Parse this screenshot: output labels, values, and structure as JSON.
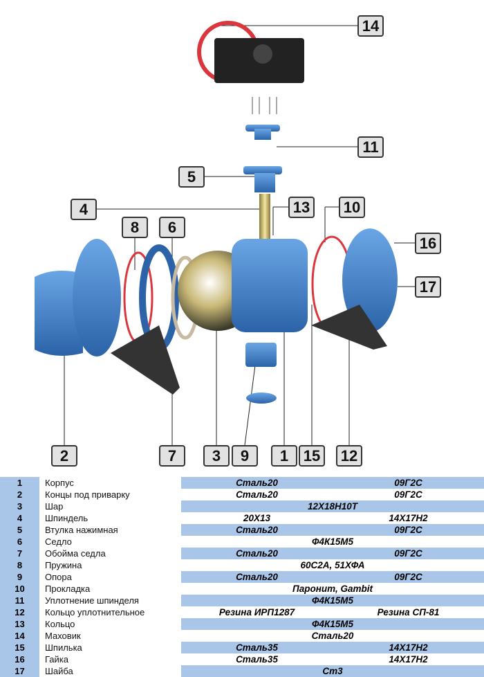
{
  "colors": {
    "body": "#3f7fc8",
    "accent": "#a9c6e8",
    "handwheel": "#d9363e"
  },
  "callouts": [
    "14",
    "11",
    "5",
    "4",
    "13",
    "10",
    "8",
    "6",
    "16",
    "17",
    "2",
    "7",
    "3",
    "9",
    "1",
    "15",
    "12"
  ],
  "parts": [
    {
      "num": "1",
      "name": "Корпус",
      "materials": [
        "Сталь20",
        "09Г2С"
      ]
    },
    {
      "num": "2",
      "name": "Концы под приварку",
      "materials": [
        "Сталь20",
        "09Г2С"
      ]
    },
    {
      "num": "3",
      "name": "Шар",
      "materials": [
        "12Х18Н10Т"
      ]
    },
    {
      "num": "4",
      "name": "Шпиндель",
      "materials": [
        "20Х13",
        "14Х17Н2"
      ]
    },
    {
      "num": "5",
      "name": "Втулка нажимная",
      "materials": [
        "Сталь20",
        "09Г2С"
      ]
    },
    {
      "num": "6",
      "name": "Седло",
      "materials": [
        "Ф4К15М5"
      ]
    },
    {
      "num": "7",
      "name": "Обойма седла",
      "materials": [
        "Сталь20",
        "09Г2С"
      ]
    },
    {
      "num": "8",
      "name": "Пружина",
      "materials": [
        "60С2А, 51ХФА"
      ]
    },
    {
      "num": "9",
      "name": "Опора",
      "materials": [
        "Сталь20",
        "09Г2С"
      ]
    },
    {
      "num": "10",
      "name": "Прокладка",
      "materials": [
        "Паронит, Gambit"
      ]
    },
    {
      "num": "11",
      "name": "Уплотнение шпинделя",
      "materials": [
        "Ф4К15М5"
      ]
    },
    {
      "num": "12",
      "name": "Кольцо уплотнительное",
      "materials": [
        "Резина ИРП1287",
        "Резина СП-81"
      ]
    },
    {
      "num": "13",
      "name": "Кольцо",
      "materials": [
        "Ф4К15М5"
      ]
    },
    {
      "num": "14",
      "name": "Маховик",
      "materials": [
        "Сталь20"
      ]
    },
    {
      "num": "15",
      "name": "Шпилька",
      "materials": [
        "Сталь35",
        "14Х17Н2"
      ]
    },
    {
      "num": "16",
      "name": "Гайка",
      "materials": [
        "Сталь35",
        "14Х17Н2"
      ]
    },
    {
      "num": "17",
      "name": "Шайба",
      "materials": [
        "Ст3"
      ]
    }
  ]
}
